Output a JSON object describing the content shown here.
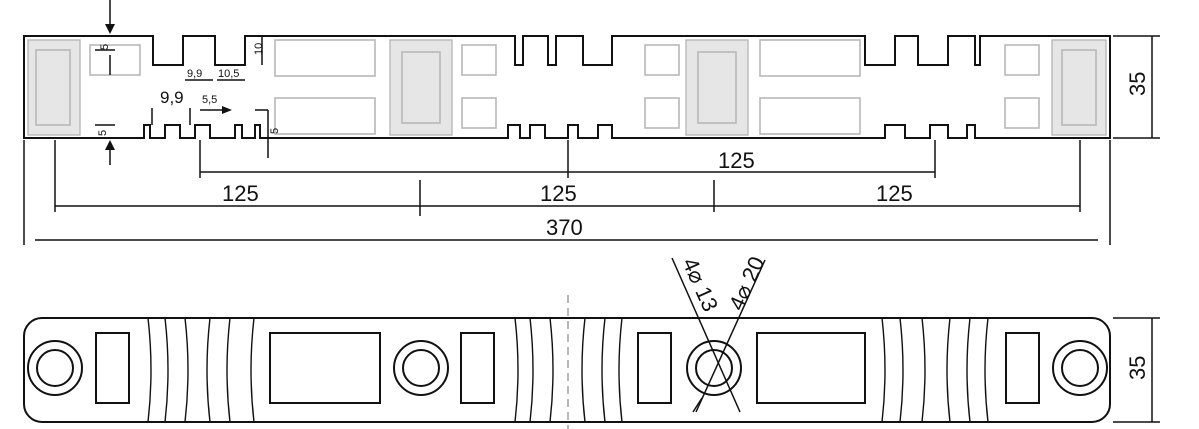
{
  "drawing": {
    "top_view": {
      "total_length": "370",
      "span_a": "125",
      "span_b": "125",
      "span_c": "125",
      "span_offset": "125",
      "height": "35",
      "notch_depth_top": "5",
      "notch_depth_bottom": "5",
      "slot_depth": "10",
      "slot_width_a": "9,9",
      "slot_width_b": "10,5",
      "pitch_label": "9,9",
      "gap_label": "5,5",
      "small_depth": "5"
    },
    "bottom_view": {
      "height": "35",
      "hole_small": "4⌀ 13",
      "hole_large": "4⌀ 20"
    }
  }
}
